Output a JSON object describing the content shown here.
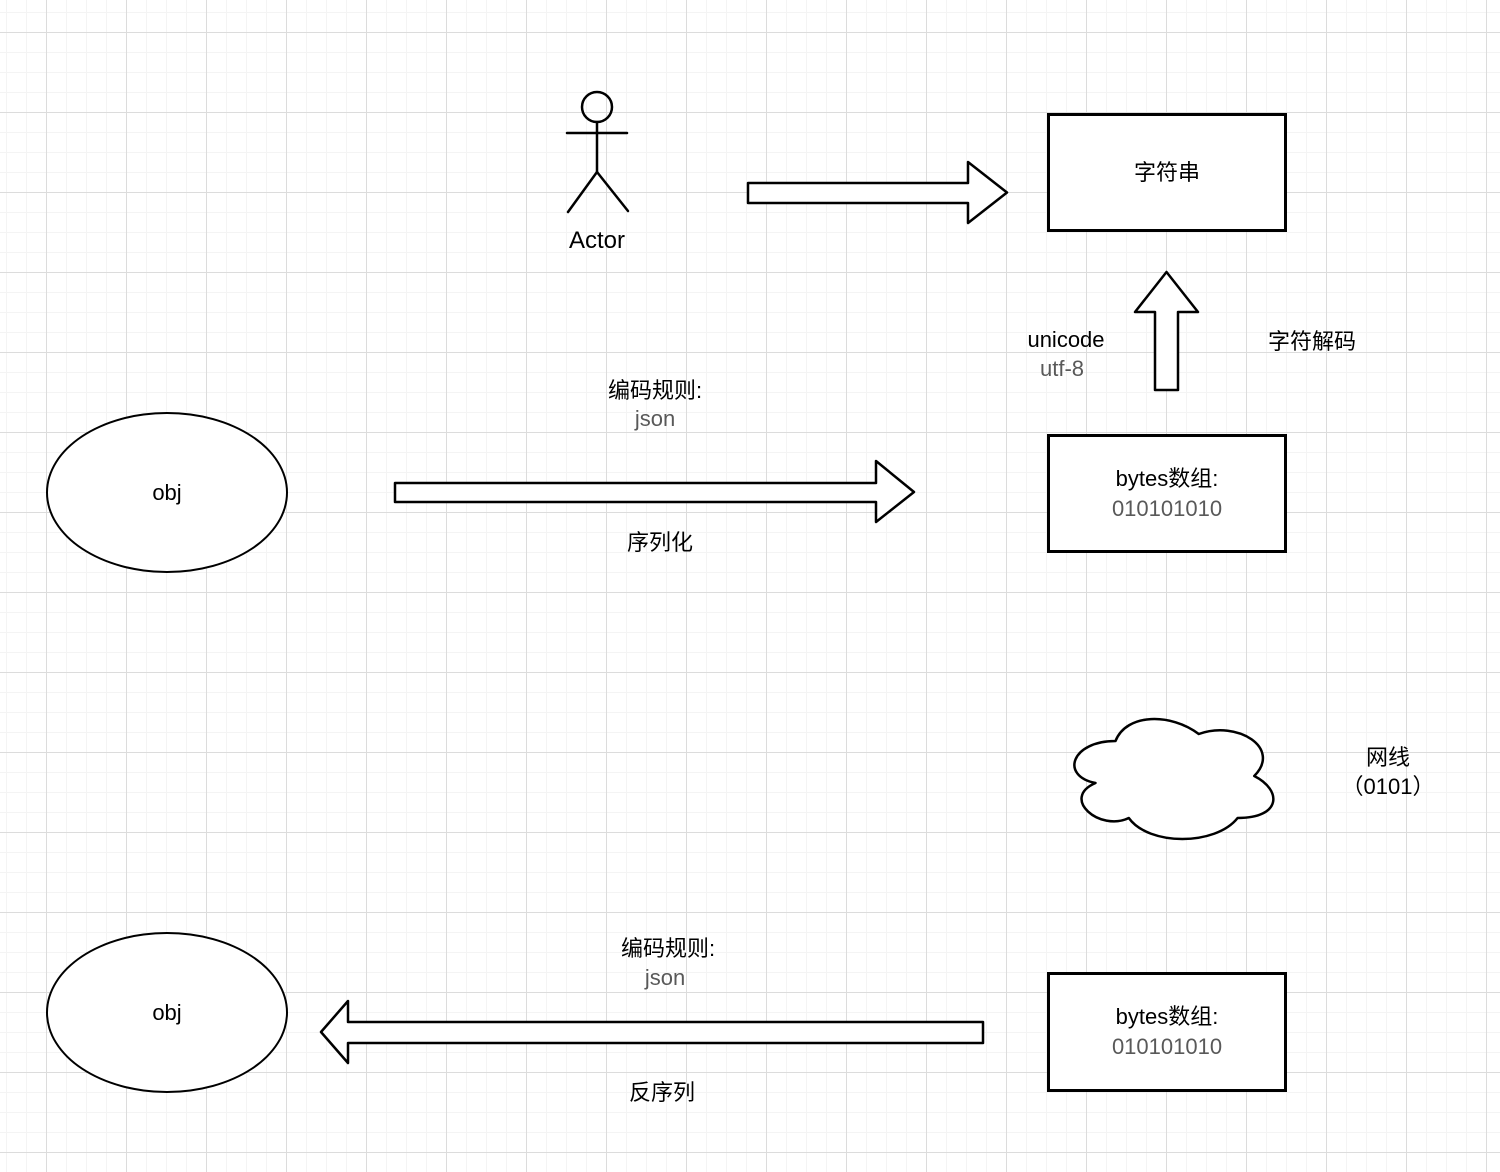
{
  "colors": {
    "shape_stroke": "#000000",
    "primary_text": "#000000",
    "secondary_text": "#595959",
    "grid_minor": "#f4f4f4",
    "grid_major": "#dcdcdc",
    "background": "#ffffff"
  },
  "diagram": {
    "actor": {
      "label": "Actor"
    },
    "string_box": {
      "label": "字符串"
    },
    "decode": {
      "method_line1": "unicode",
      "method_line2": "utf-8",
      "label": "字符解码"
    },
    "bytes_box_top": {
      "title": "bytes数组:",
      "value": "010101010"
    },
    "obj_top": {
      "label": "obj"
    },
    "serialize": {
      "rule_title": "编码规则:",
      "rule_value": "json",
      "action": "序列化"
    },
    "network": {
      "label": "网线",
      "sublabel": "（0101）"
    },
    "obj_bottom": {
      "label": "obj"
    },
    "deserialize": {
      "rule_title": "编码规则:",
      "rule_value": "json",
      "action": "反序列"
    },
    "bytes_box_bottom": {
      "title": "bytes数组:",
      "value": "010101010"
    }
  }
}
